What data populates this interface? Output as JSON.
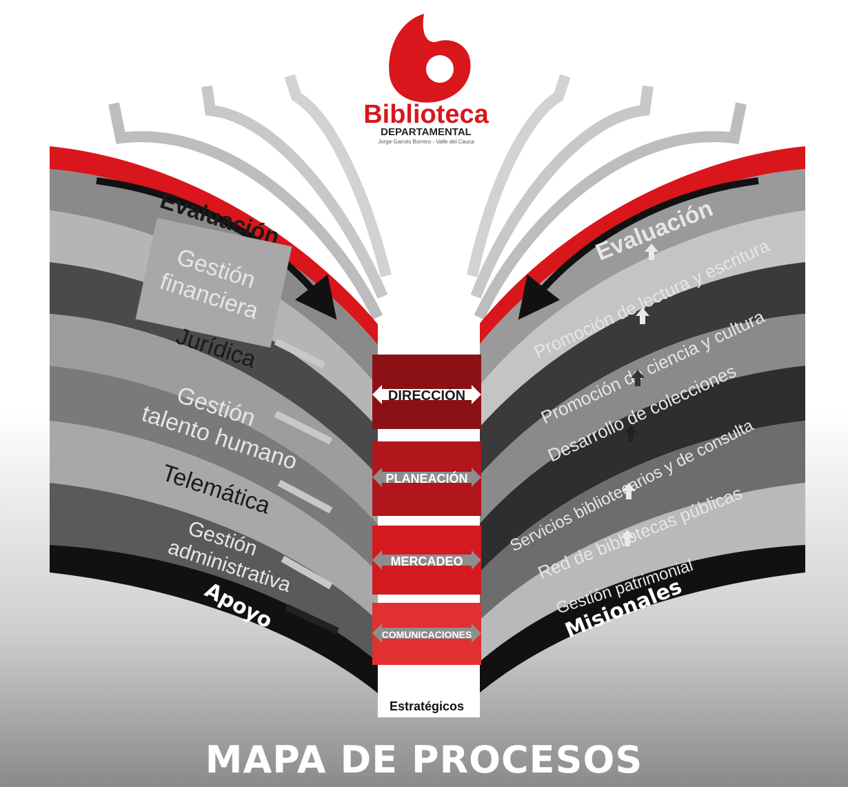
{
  "logo": {
    "brand": "Biblioteca",
    "subtitle": "DEPARTAMENTAL",
    "tagline": "Jorge Garcés Borrero - Valle del Cauca",
    "color": "#d9161c"
  },
  "left_page": {
    "evaluation_label": "Evaluación",
    "footer_label": "Apoyo",
    "processes": [
      {
        "line1": "Gestión",
        "line2": "financiera"
      },
      {
        "line1": "Jurídica",
        "line2": ""
      },
      {
        "line1": "Gestión",
        "line2": "talento humano"
      },
      {
        "line1": "Telemática",
        "line2": ""
      },
      {
        "line1": "Gestión",
        "line2": "administrativa"
      }
    ]
  },
  "right_page": {
    "evaluation_label": "Evaluación",
    "footer_label": "Misionales",
    "processes": [
      "Promoción de lectura y escritura",
      "Promoción de ciencia y cultura",
      "Desarrollo de colecciones",
      "Servicios bibliotecarios y de consulta",
      "Red de bibliotecas públicas",
      "Gestión patrimonial"
    ]
  },
  "spine": {
    "footer_label": "Estratégicos",
    "blocks": [
      {
        "label": "DIRECCIÓN",
        "color": "#8c1117"
      },
      {
        "label": "PLANEACIÓN",
        "color": "#b0161c"
      },
      {
        "label": "MERCADEO",
        "color": "#d41a20"
      },
      {
        "label": "COMUNICACIONES",
        "color": "#e03030"
      }
    ]
  },
  "title": "MAPA DE PROCESOS",
  "colors": {
    "accent_red": "#d9161c",
    "black": "#111111"
  }
}
